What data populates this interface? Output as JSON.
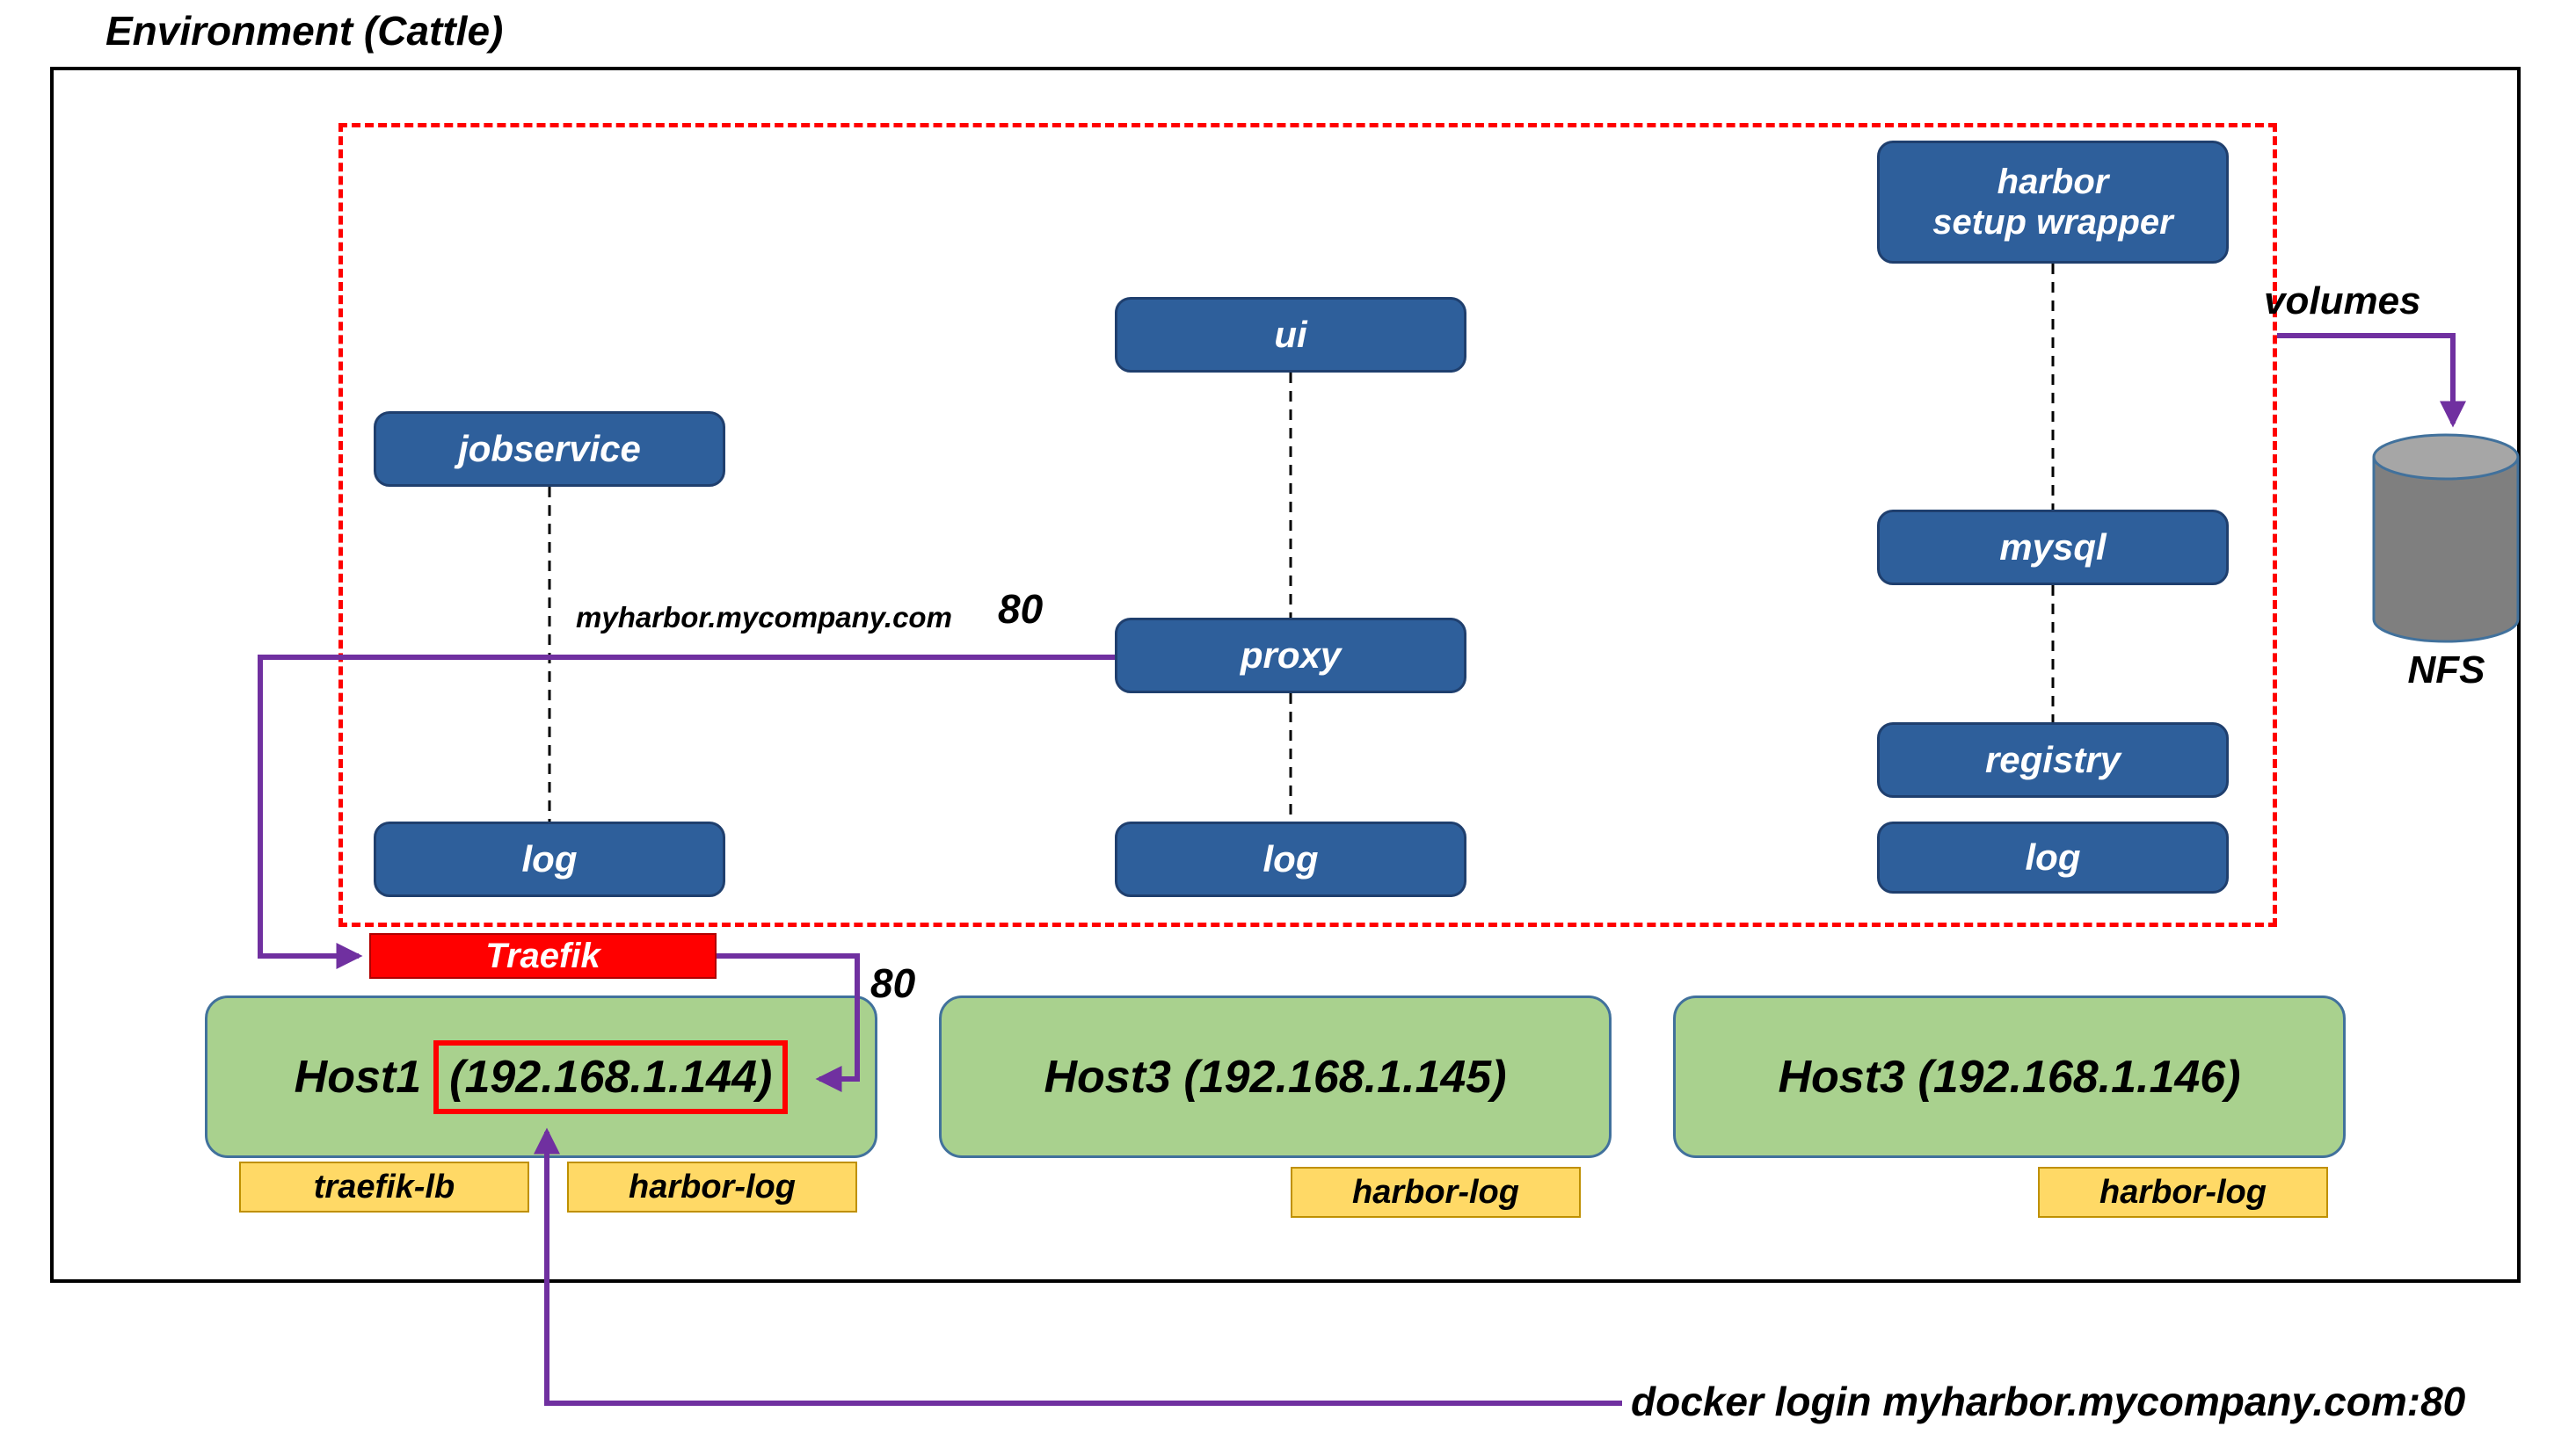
{
  "title": "Environment (Cattle)",
  "cluster": {
    "services": {
      "jobservice": {
        "label": "jobservice"
      },
      "log_left": {
        "label": "log"
      },
      "ui": {
        "label": "ui"
      },
      "proxy": {
        "label": "proxy"
      },
      "log_middle": {
        "label": "log"
      },
      "harbor_setup_wrapper": {
        "line1": "harbor",
        "line2": "setup wrapper"
      },
      "mysql": {
        "label": "mysql"
      },
      "registry": {
        "label": "registry"
      },
      "log_right": {
        "label": "log"
      }
    }
  },
  "annotations": {
    "domain": "myharbor.mycompany.com",
    "proxy_port": "80",
    "traefik_port": "80",
    "volumes": "volumes",
    "nfs": "NFS",
    "docker_login": "docker login myharbor.mycompany.com:80"
  },
  "traefik": {
    "label": "Traefik"
  },
  "hosts": [
    {
      "prefix": "Host1",
      "ip": "(192.168.1.144)"
    },
    {
      "label": "Host3 (192.168.1.145)"
    },
    {
      "label": "Host3 (192.168.1.146)"
    }
  ],
  "host_tags": {
    "traefik_lb": "traefik-lb",
    "harbor_log_1": "harbor-log",
    "harbor_log_2": "harbor-log",
    "harbor_log_3": "harbor-log"
  },
  "colors": {
    "service_fill": "#2E5F9B",
    "service_border": "#1F3F6E",
    "host_fill": "#A9D18E",
    "host_border": "#41719C",
    "tag_fill": "#FFD966",
    "tag_border": "#BF9000",
    "traefik_fill": "#FF0000",
    "accent_purple": "#7030A0",
    "boundary_red": "#FF0000",
    "cylinder_body": "#7F7F7F",
    "cylinder_top": "#A6A6A6"
  }
}
